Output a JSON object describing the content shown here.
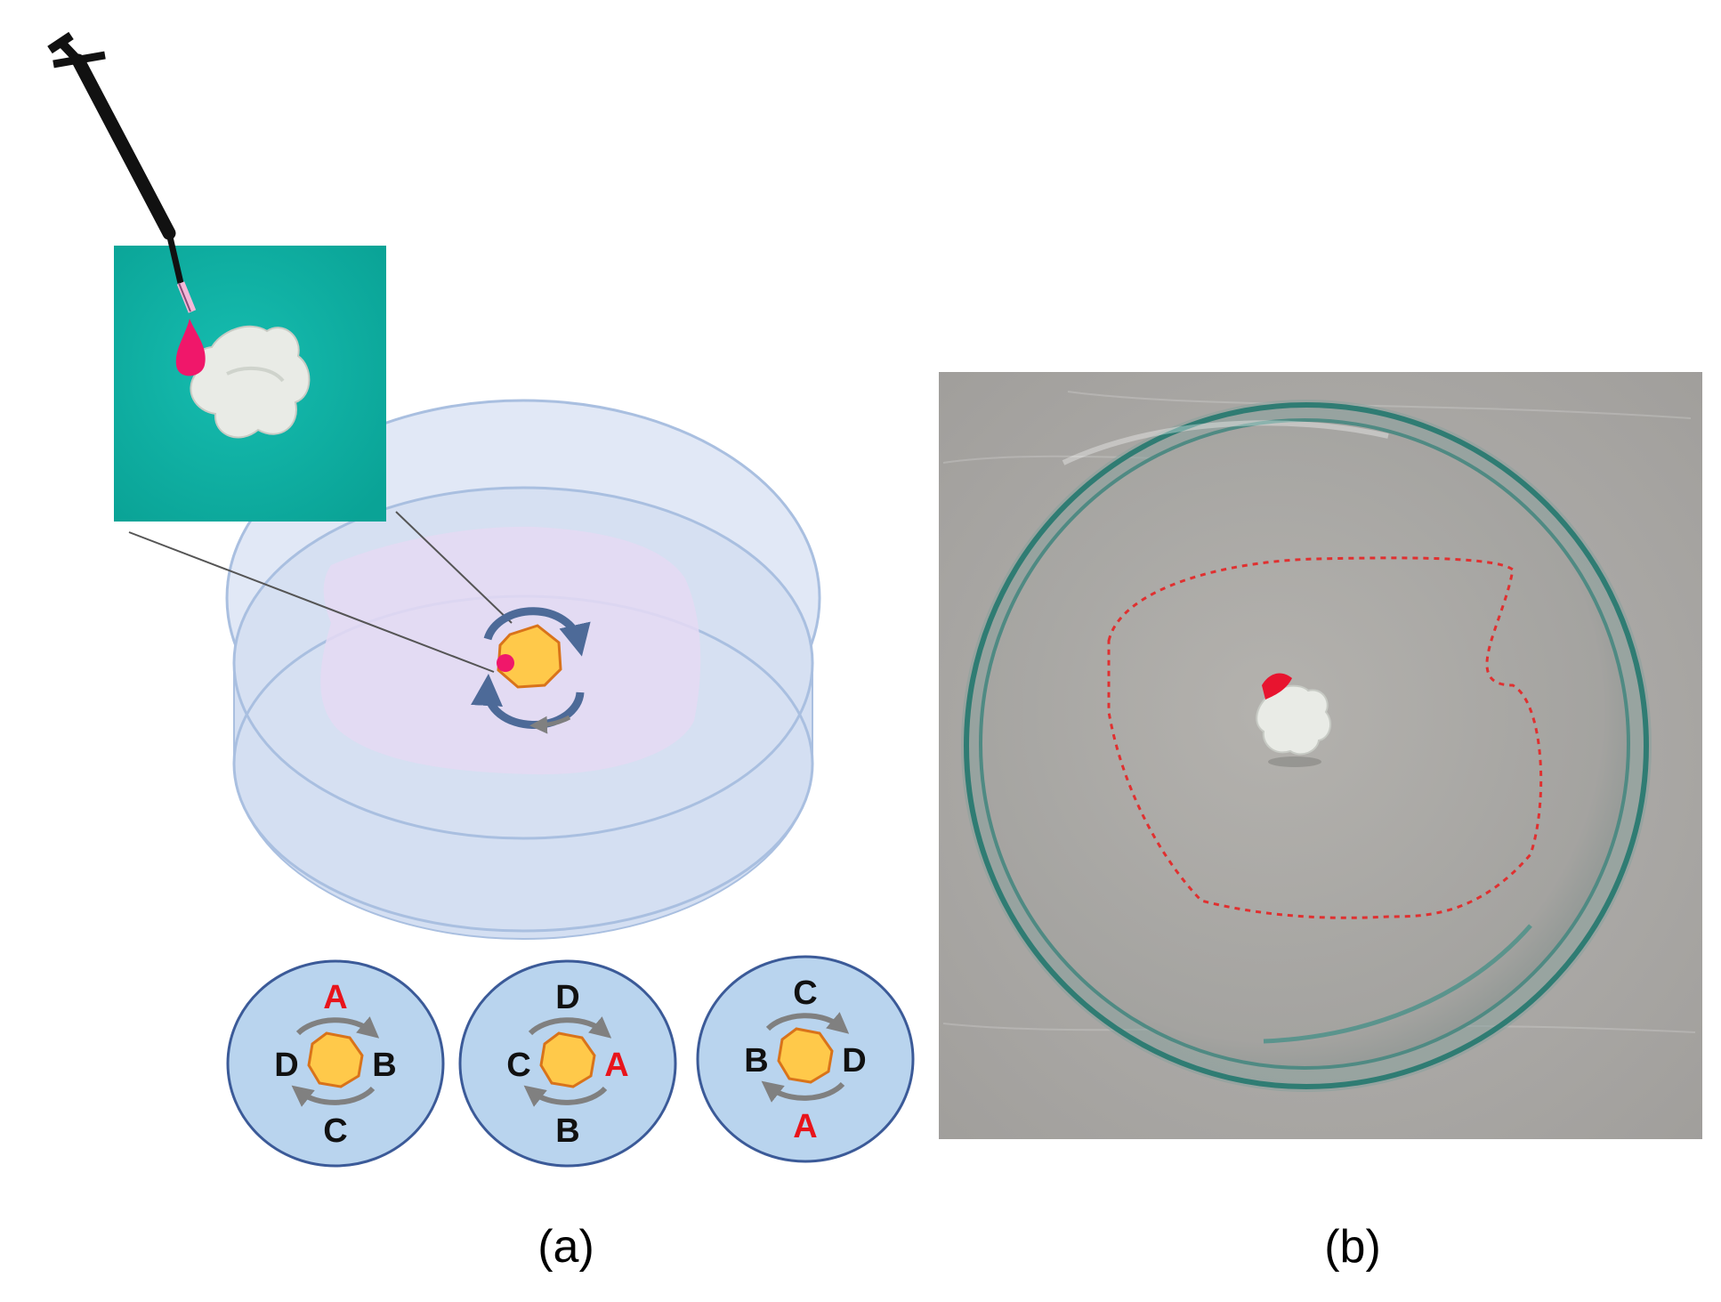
{
  "panel_a": {
    "caption": "(a)",
    "rotations": [
      {
        "top": "A",
        "right": "B",
        "bottom": "C",
        "left": "D"
      },
      {
        "top": "D",
        "right": "A",
        "bottom": "B",
        "left": "C"
      },
      {
        "top": "C",
        "right": "D",
        "bottom": "A",
        "left": "B"
      }
    ]
  },
  "panel_b": {
    "caption": "(b)"
  },
  "colors": {
    "highlight_label": "#e8141b",
    "normal_label": "#111111",
    "sample_fill": "#ffc94a",
    "sample_stroke": "#d9731a",
    "dish_fill": "#b9d4ee",
    "dish_stroke": "#3b5a98",
    "inset_bg": "#10b3a6",
    "dye": "#f0176a",
    "boundary": "#e03030"
  }
}
